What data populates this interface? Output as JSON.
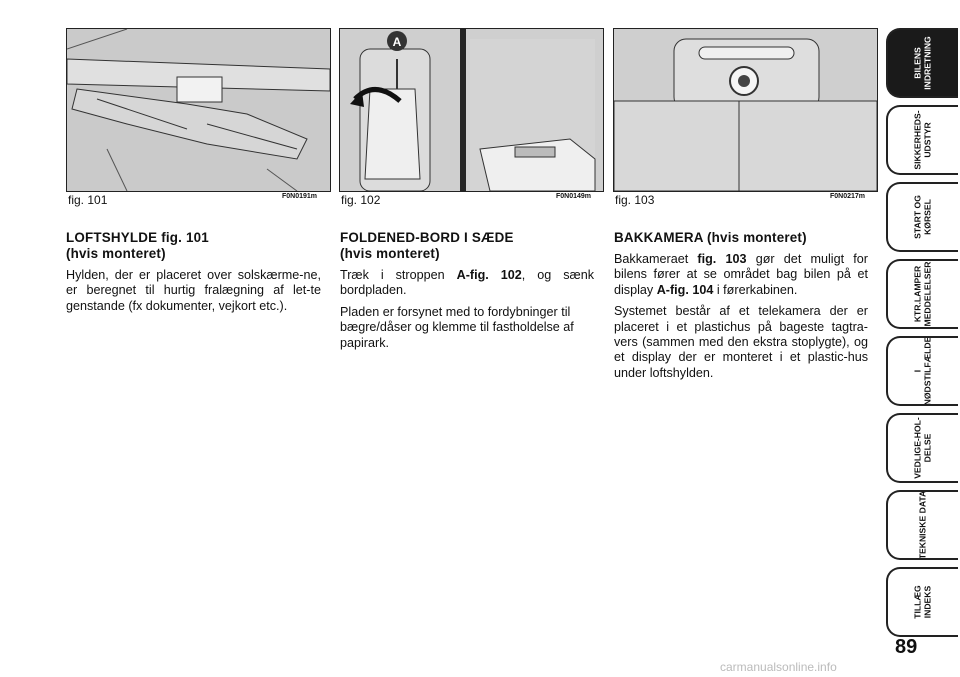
{
  "figures": [
    {
      "label": "fig. 101",
      "code": "F0N0191m"
    },
    {
      "label": "fig. 102",
      "code": "F0N0149m",
      "marker": "A"
    },
    {
      "label": "fig. 103",
      "code": "F0N0217m"
    }
  ],
  "col1": {
    "heading1": "LOFTSHYLDE fig. 101",
    "heading2": "(hvis monteret)",
    "p1": "Hylden, der er placeret over solskærme-ne, er beregnet til hurtig fralægning af let-te genstande (fx dokumenter, vejkort etc.)."
  },
  "col2": {
    "heading1": "FOLDENED-BORD I SÆDE",
    "heading2": "(hvis monteret)",
    "p1_pre": "Træk i stroppen ",
    "p1_ref": "A-fig. 102",
    "p1_post": ", og sænk bordpladen.",
    "p2": "Pladen er forsynet med to fordybninger til bægre/dåser og klemme til fastholdelse af papirark."
  },
  "col3": {
    "heading_bold": "BAKKAMERA",
    "heading_rest": " (hvis monteret)",
    "p1_a": "Bakkameraet ",
    "p1_ref1": "fig. 103",
    "p1_b": " gør det muligt for bilens fører at se området bag bilen på et display ",
    "p1_ref2": "A-fig. 104",
    "p1_c": " i førerkabinen.",
    "p2": "Systemet består af et telekamera der er placeret i et plastichus på bageste tagtra-vers (sammen med den ekstra stoplygte), og et display der er monteret i et plastic-hus under loftshylden."
  },
  "tabs": [
    {
      "label": "BILENS\nINDRETNING",
      "active": true
    },
    {
      "label": "SIKKERHEDS-\nUDSTYR"
    },
    {
      "label": "START OG\nKØRSEL"
    },
    {
      "label": "KTR.LAMPER\nMEDDELELSER"
    },
    {
      "label": "I\nNØDSTILFÆLDE"
    },
    {
      "label": "VEDLIGE-HOL-\nDELSE"
    },
    {
      "label": "TEKNISKE DATA"
    },
    {
      "label": "TILLÆG\nINDEKS"
    }
  ],
  "page_number": "89",
  "watermark": "carmanualsonline.info"
}
